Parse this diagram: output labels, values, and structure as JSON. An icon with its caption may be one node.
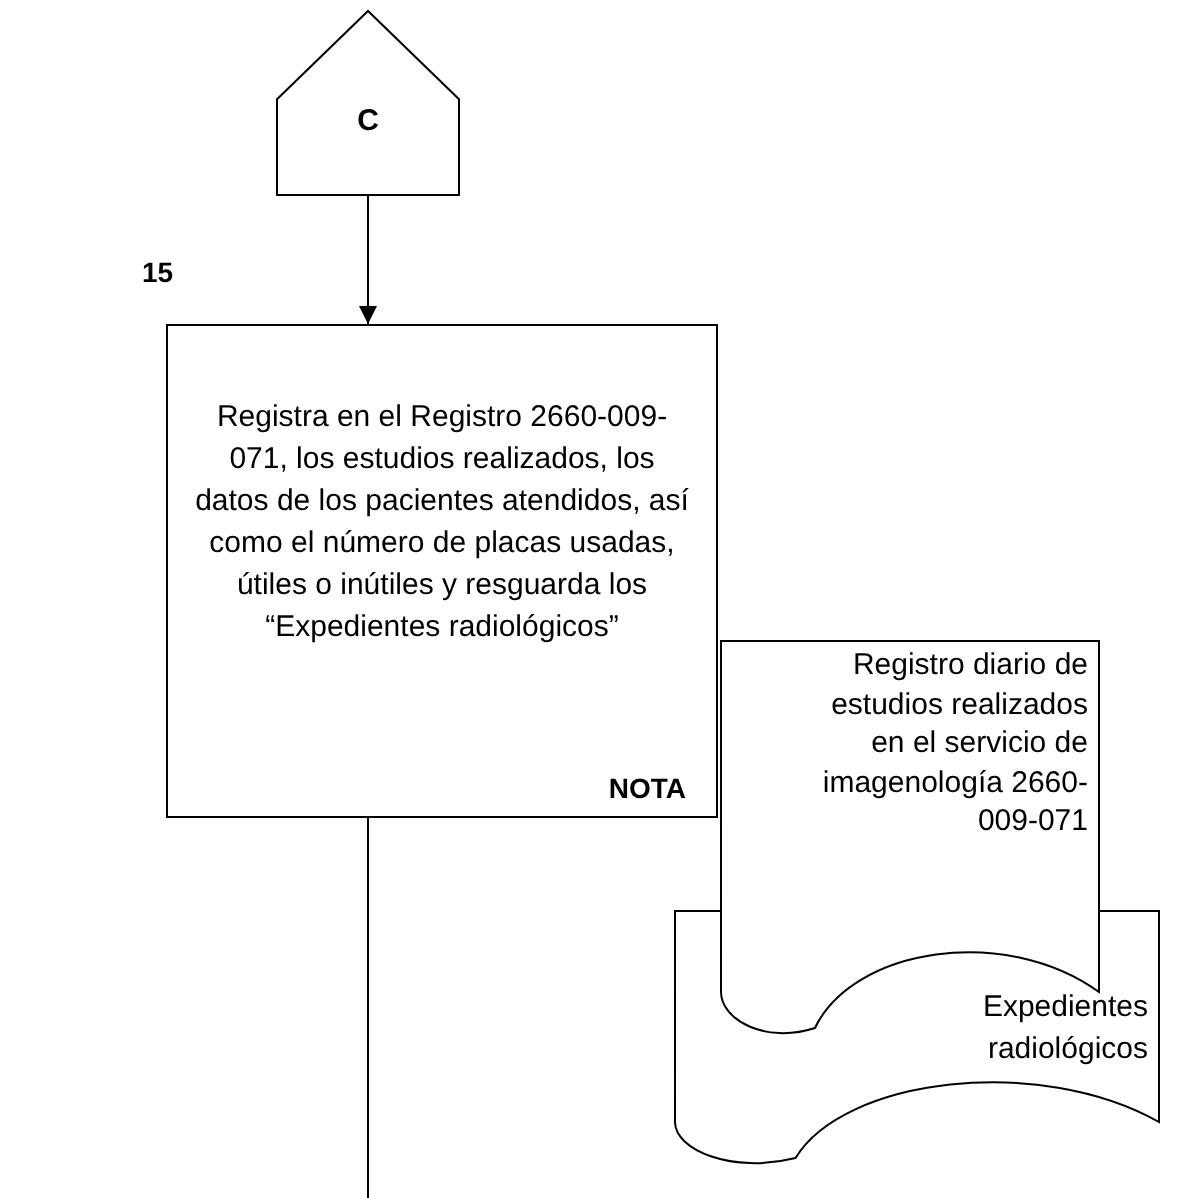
{
  "diagram": {
    "nodes": [
      {
        "text": [
          "C"
        ]
      },
      {
        "text": [
          "Registra en el Registro 2660-009-071,  los estudios realizados, los datos de los pacientes atendidos, así como el número de placas usadas, útiles o inútiles y resguarda los “Expedientes radiológicos”",
          "NOTA"
        ],
        "beside": [
          "15"
        ]
      },
      {
        "text": [
          "Registro diario de estudios realizados en el servicio de imagenología 2660-009-071"
        ]
      },
      {
        "text": [
          "Expedientes radiológicos"
        ]
      }
    ],
    "edges": [
      {
        "from": 0,
        "to": 1,
        "arrow": "to"
      },
      {
        "from": 1,
        "to": null,
        "arrow": "none"
      }
    ]
  }
}
